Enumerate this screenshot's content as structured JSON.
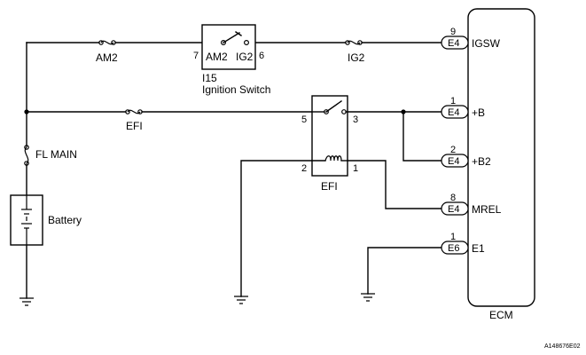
{
  "fuses": {
    "am2": "AM2",
    "ig2": "IG2",
    "efi": "EFI",
    "fl_main": "FL MAIN"
  },
  "ignition_switch": {
    "id": "I15",
    "name": "Ignition Switch",
    "left_terminal": "AM2",
    "right_terminal": "IG2",
    "left_pin": "7",
    "right_pin": "6"
  },
  "efi_relay": {
    "name": "EFI",
    "pin_top_left": "5",
    "pin_top_right": "3",
    "pin_bottom_left": "2",
    "pin_bottom_right": "1"
  },
  "battery": "Battery",
  "ecm": {
    "name": "ECM",
    "terminals": [
      {
        "pin": "9",
        "connector": "E4",
        "signal": "IGSW"
      },
      {
        "pin": "1",
        "connector": "E4",
        "signal": "+B"
      },
      {
        "pin": "2",
        "connector": "E4",
        "signal": "+B2"
      },
      {
        "pin": "8",
        "connector": "E4",
        "signal": "MREL"
      },
      {
        "pin": "1",
        "connector": "E6",
        "signal": "E1"
      }
    ]
  },
  "figure_code": "A148676E02"
}
